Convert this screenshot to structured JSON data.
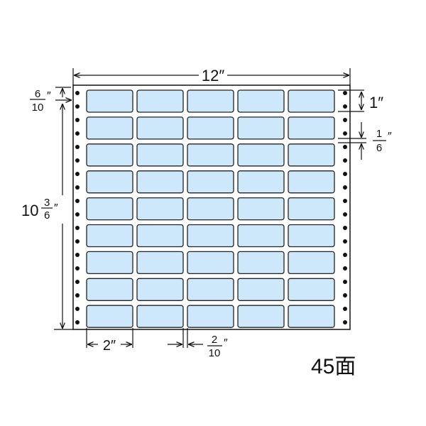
{
  "sheet": {
    "rows": 9,
    "columns": 5,
    "label_color": "#cde8fa",
    "label_border": "#222222"
  },
  "dimensions": {
    "width": "12″",
    "top_margin_num": "6",
    "top_margin_den": "10",
    "height_whole": "10",
    "height_num": "3",
    "height_den": "6",
    "label_height": "1″",
    "row_gap_num": "1",
    "row_gap_den": "6",
    "label_width": "2″",
    "col_gap_num": "2",
    "col_gap_den": "10",
    "inch_mark": "″"
  },
  "count_label": "45面"
}
